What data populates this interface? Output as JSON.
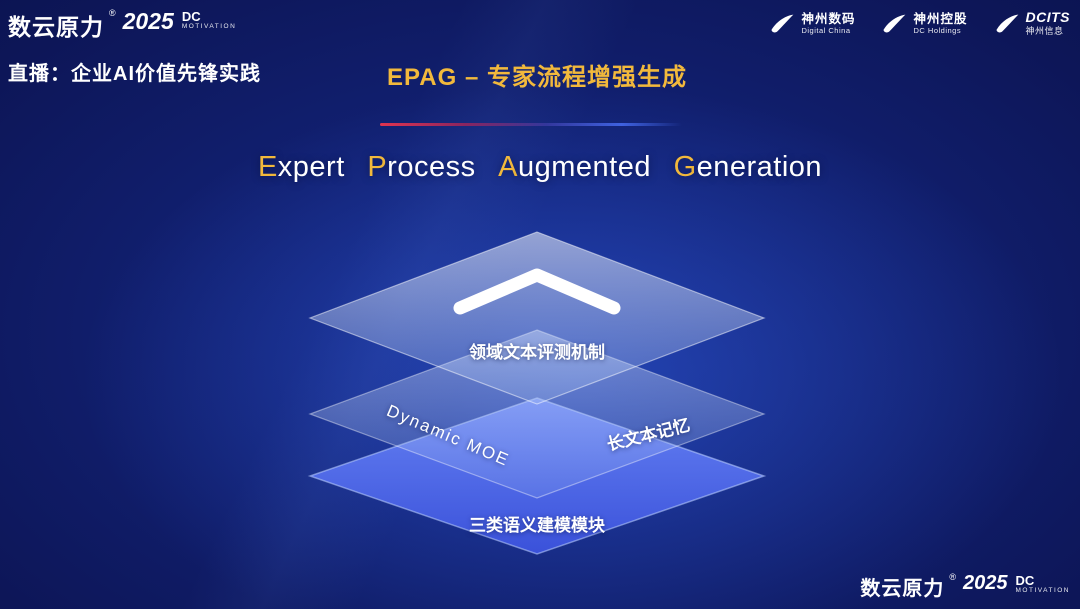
{
  "brand": {
    "name": "数云原力",
    "reg": "®",
    "year": "2025",
    "dc": "DC",
    "motivation": "MOTIVATION"
  },
  "header": {
    "live_label": "直播：企业AI价值先锋实践",
    "slide_title": "EPAG – 专家流程增强生成",
    "logos": [
      {
        "name": "神州数码",
        "sub": "Digital China"
      },
      {
        "name": "神州控股",
        "sub": "DC Holdings"
      },
      {
        "name": "DCITS",
        "sub": "神州信息"
      }
    ]
  },
  "main_title": {
    "words": [
      {
        "initial": "E",
        "rest": "xpert"
      },
      {
        "initial": "P",
        "rest": "rocess"
      },
      {
        "initial": "A",
        "rest": "ugmented"
      },
      {
        "initial": "G",
        "rest": "eneration"
      }
    ]
  },
  "diagram": {
    "top_label": "领域文本评测机制",
    "middle_left_label": "Dynamic MOE",
    "middle_right_label": "长文本记忆",
    "bottom_label": "三类语义建模模块"
  },
  "colors": {
    "gold": "#f2b93c",
    "background_center": "#162b8c",
    "background_edge": "#070c38",
    "bottom_layer_blue": "#4a63ee",
    "divider_left": "#e03450",
    "divider_right": "#3f62e0"
  }
}
